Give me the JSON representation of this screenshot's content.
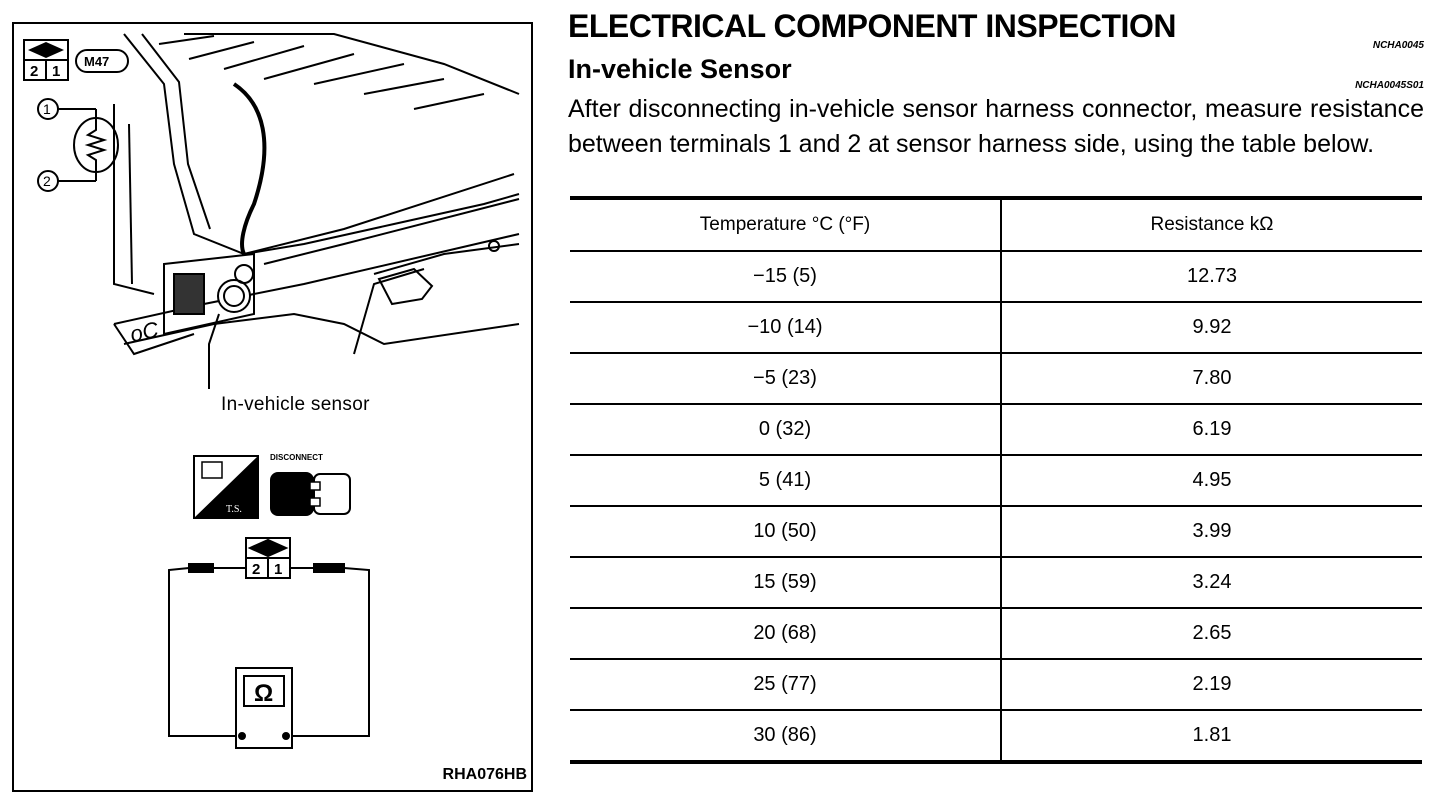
{
  "section": {
    "title": "ELECTRICAL COMPONENT INSPECTION",
    "code": "NCHA0045"
  },
  "subsection": {
    "title": "In-vehicle Sensor",
    "code": "NCHA0045S01"
  },
  "instruction": "After disconnecting in-vehicle sensor harness connector, measure resistance between terminals 1 and 2 at sensor harness side, using the table below.",
  "figure": {
    "sensor_label": "In-vehicle sensor",
    "figure_code": "RHA076HB",
    "connector_code": "M47",
    "disconnect_label": "DISCONNECT",
    "terminal_1": "1",
    "terminal_2": "2",
    "ts_label": "T.S.",
    "ohm_symbol": "Ω"
  },
  "table": {
    "headers": [
      "Temperature °C (°F)",
      "Resistance kΩ"
    ],
    "rows": [
      [
        "−15 (5)",
        "12.73"
      ],
      [
        "−10 (14)",
        "9.92"
      ],
      [
        "−5 (23)",
        "7.80"
      ],
      [
        "0 (32)",
        "6.19"
      ],
      [
        "5 (41)",
        "4.95"
      ],
      [
        "10 (50)",
        "3.99"
      ],
      [
        "15 (59)",
        "3.24"
      ],
      [
        "20 (68)",
        "2.65"
      ],
      [
        "25 (77)",
        "2.19"
      ],
      [
        "30 (86)",
        "1.81"
      ]
    ]
  }
}
